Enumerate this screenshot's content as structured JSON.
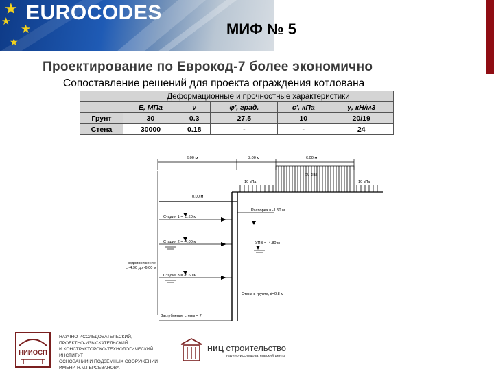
{
  "header": {
    "logo_text": "EUROCODES",
    "slide_title": "МИФ № 5",
    "accent_color": "#8f0d13",
    "banner_color": "#1f5bb5",
    "star_color": "#f4d21c"
  },
  "subtitle": "Проектирование по Еврокод-7 более экономично",
  "subtitle2": "Сопоставление решений для проекта ограждения котлована",
  "table": {
    "header": "Деформационные и прочностные характеристики",
    "columns": [
      "E, МПа",
      "ν",
      "φ', град.",
      "c', кПа",
      "γ, кН/м3"
    ],
    "rows": [
      {
        "label": "Грунт",
        "values": [
          "30",
          "0.3",
          "27.5",
          "10",
          "20/19"
        ]
      },
      {
        "label": "Стена",
        "values": [
          "30000",
          "0.18",
          "-",
          "-",
          "24"
        ]
      }
    ]
  },
  "drawing": {
    "dim_left": "6.00 м",
    "dim_mid": "3.00 м",
    "dim_right": "6.00 м",
    "load_50": "50 кПа",
    "load_10_left": "10 кПа",
    "load_10_right": "10 кПа",
    "level_000": "0.00 м",
    "stage1": "Стадия 1 = -2.60 м",
    "stage2": "Стадия 2 = -4.00 м",
    "stage3": "Стадия 3 = -6.60 м",
    "strut": "Распорка = -1.50 м",
    "gwl": "УПВ = -4.80 м",
    "dewater_1": "водопонижение",
    "dewater_2": "с -4.90 до -6.00 м",
    "wall": "Стена в грунте, d=0.8 м",
    "embed": "Заглубление стены = ?"
  },
  "footer": {
    "nii_logo_text": "НИИОСП",
    "nii_lines": [
      "НАУЧНО-ИССЛЕДОВАТЕЛЬСКИЙ,",
      "ПРОЕКТНО-ИЗЫСКАТЕЛЬСКИЙ",
      "И КОНСТРУКТОРСКО-ТЕХНОЛОГИЧЕСКИЙ ИНСТИТУТ",
      "ОСНОВАНИЙ И ПОДЗЕМНЫХ СООРУЖЕНИЙ",
      "ИМЕНИ Н.М.ГЕРСЕВАНОВА"
    ],
    "nic_bold": "ниц",
    "nic_rest": " строительство",
    "nic_sub": "научно-исследовательский центр"
  }
}
